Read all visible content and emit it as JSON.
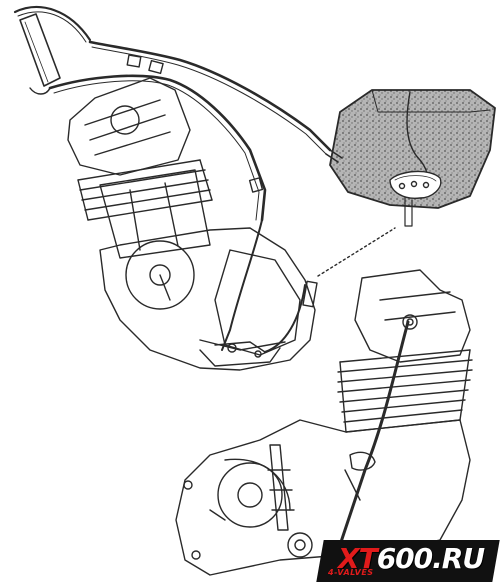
{
  "watermark": {
    "brand_prefix": "XT",
    "brand_main": "600.RU",
    "subtitle": "4-VALVES",
    "brand_color": "#e11b1b"
  },
  "colors": {
    "line": "#2a2a2a",
    "tank_fill": "#8a8a8a",
    "paper": "#ffffff"
  }
}
